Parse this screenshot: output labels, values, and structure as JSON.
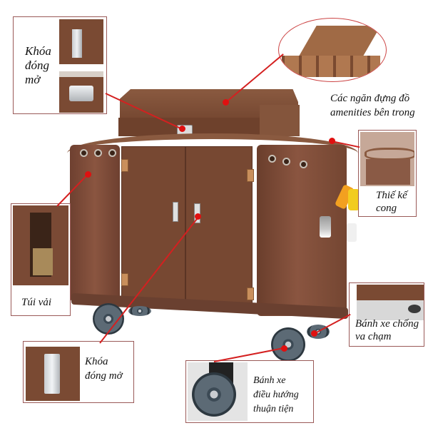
{
  "callouts": {
    "top_lock": {
      "label": "Khóa đóng mở",
      "lines": [
        "Khóa",
        "đóng",
        "mở"
      ]
    },
    "amenities_tray": {
      "label": "Các ngăn đựng đồ amenities bên trong",
      "lines": [
        "Các ngăn đựng đồ",
        "amenities bên trong"
      ]
    },
    "curved_design": {
      "label": "Thiế kế cong",
      "lines": [
        "Thiế kế",
        "cong"
      ]
    },
    "fabric_bag": {
      "label": "Túi vải",
      "lines": [
        "Túi vải"
      ]
    },
    "bumper_wheel": {
      "label": "Bánh xe chống va chạm",
      "lines": [
        "Bánh xe chống",
        "va chạm"
      ]
    },
    "door_lock": {
      "label": "Khóa đóng mở",
      "lines": [
        "Khóa",
        "đóng mở"
      ]
    },
    "caster_wheel": {
      "label": "Bánh xe điều hướng thuận tiện",
      "lines": [
        "Bánh xe",
        "điều hướng",
        "thuận tiện"
      ]
    }
  },
  "colors": {
    "cart_brown": "#7a4a33",
    "bag_brown": "#7b4a35",
    "callout_border": "#9a5a58",
    "pointer_red": "#d42020"
  }
}
